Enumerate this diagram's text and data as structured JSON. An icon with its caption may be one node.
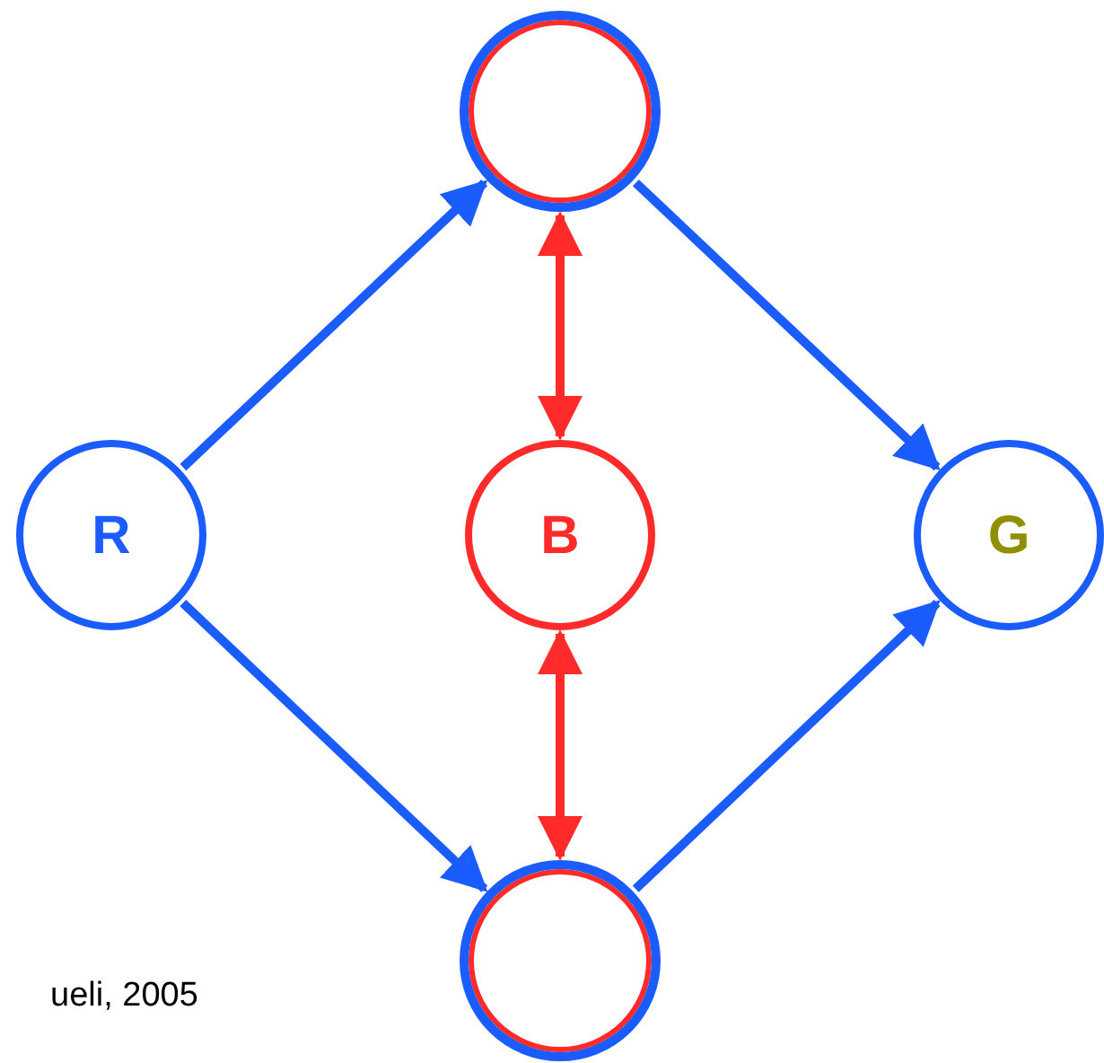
{
  "diagram": {
    "nodes": [
      {
        "text": [],
        "shape": "circle"
      },
      {
        "text": [
          "R"
        ]
      },
      {
        "text": [
          "B"
        ]
      },
      {
        "text": [
          "G"
        ]
      },
      {
        "text": [],
        "shape": "circle"
      }
    ],
    "edges": [
      {
        "from": 1,
        "to": 0,
        "arrow": "to"
      },
      {
        "from": 1,
        "to": 4,
        "arrow": "to"
      },
      {
        "from": 0,
        "to": 3,
        "arrow": "to"
      },
      {
        "from": 4,
        "to": 3,
        "arrow": "to"
      },
      {
        "from": 0,
        "to": 2,
        "arrow": "both",
        "color": "#ff2b2b"
      },
      {
        "from": 2,
        "to": 4,
        "arrow": "both",
        "color": "#ff2b2b"
      }
    ],
    "labels": [
      "ueli, 2005"
    ]
  }
}
